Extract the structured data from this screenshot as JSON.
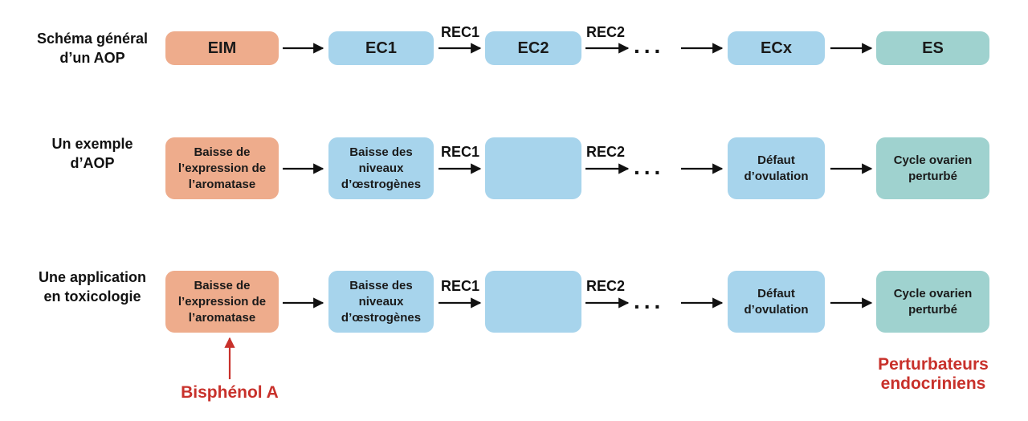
{
  "rows": [
    {
      "label": "Schéma général\nd’un AOP",
      "boxes": [
        "EIM",
        "EC1",
        "EC2",
        "ECx",
        "ES"
      ],
      "rec1": "REC1",
      "rec2": "REC2",
      "ellipsis": "..."
    },
    {
      "label": "Un exemple\nd’AOP",
      "boxes": [
        "Baisse de\nl’expression de\nl’aromatase",
        "Baisse des\nniveaux\nd’œstrogènes",
        "",
        "Défaut\nd’ovulation",
        "Cycle ovarien\nperturbé"
      ],
      "rec1": "REC1",
      "rec2": "REC2",
      "ellipsis": "..."
    },
    {
      "label": "Une application\nen toxicologie",
      "boxes": [
        "Baisse de\nl’expression de\nl’aromatase",
        "Baisse des\nniveaux\nd’œstrogènes",
        "",
        "Défaut\nd’ovulation",
        "Cycle ovarien\nperturbé"
      ],
      "rec1": "REC1",
      "rec2": "REC2",
      "ellipsis": "..."
    }
  ],
  "annotations": {
    "bisphenol": "Bisphénol A",
    "perturbateurs": "Perturbateurs\nendocriniens"
  },
  "colors": {
    "eim": "#eeac8c",
    "ec": "#a7d4ec",
    "es": "#9fd2cf",
    "annotation": "#c8312b"
  }
}
